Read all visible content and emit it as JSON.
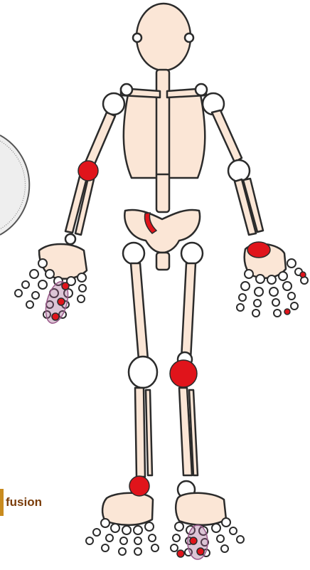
{
  "colors": {
    "bone_fill": "#fbe6d6",
    "bone_stroke": "#2b2b2b",
    "joint_fill": "#ffffff",
    "inflamed_joint": "#e0141b",
    "erosion": "#c9141b",
    "hand_swelling": "#9a5a8a",
    "label_text": "#7a3d0a",
    "label_accent": "#c98b1e"
  },
  "labels": {
    "fusion": "fusion"
  },
  "highlights": {
    "inflamed_joints": [
      "right-elbow",
      "left-wrist",
      "left-knee",
      "right-ankle"
    ],
    "erosions": [
      "sacroiliac-joint"
    ],
    "swollen_finger_joints": [
      "right-hand-fingers",
      "left-hand-fingers",
      "left-foot-toes"
    ]
  }
}
